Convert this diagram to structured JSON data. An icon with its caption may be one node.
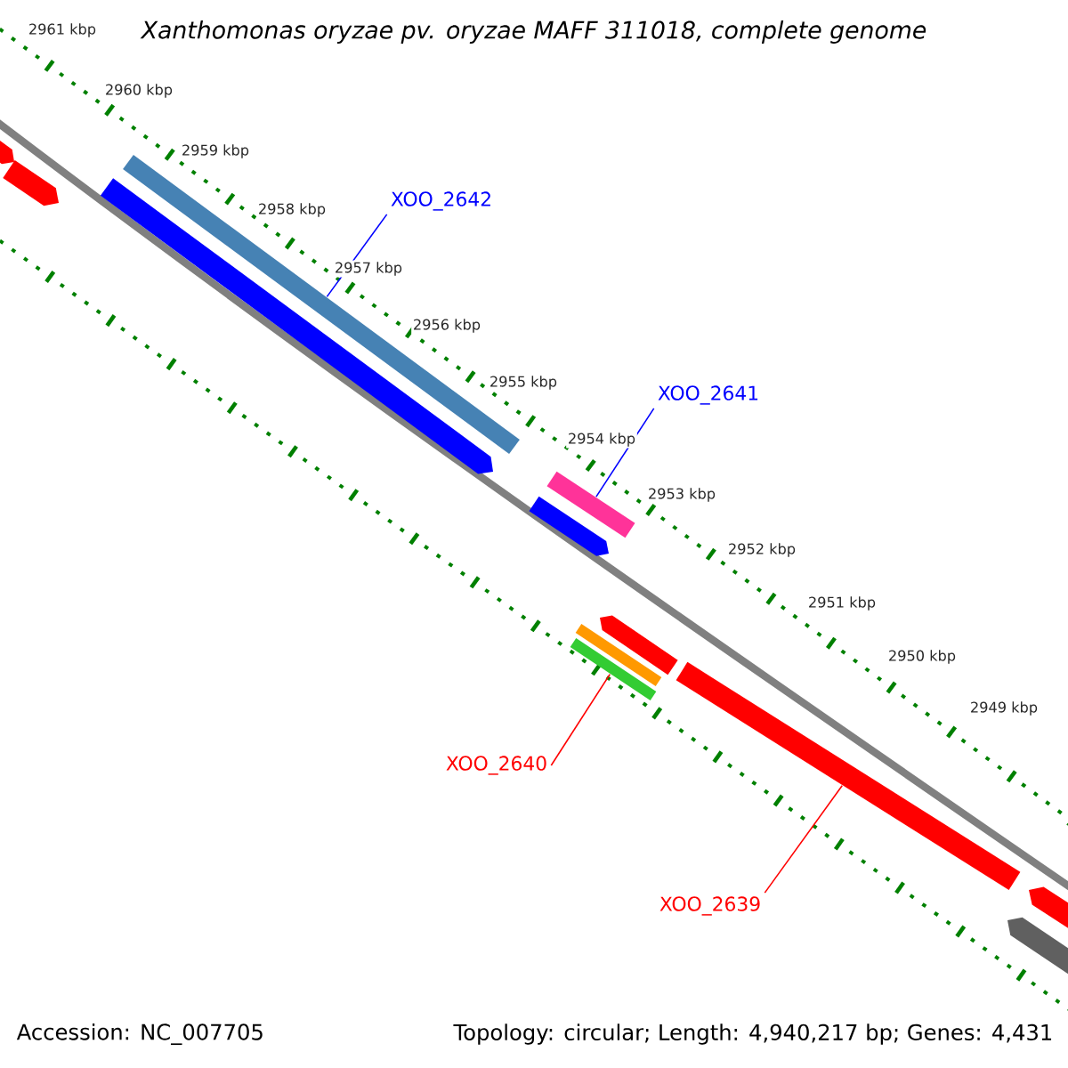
{
  "diagram": {
    "title": "Xanthomonas oryzae pv. oryzae MAFF 311018, complete genome",
    "nodes": [
      {
        "text": [
          "XOO_2642"
        ]
      },
      {
        "text": [],
        "shape": "bar"
      },
      {
        "text": [
          "XOO_2641"
        ]
      },
      {
        "text": [],
        "shape": "bar"
      },
      {
        "text": [
          "XOO_2640"
        ]
      },
      {
        "text": [],
        "shape": "bar"
      },
      {
        "text": [
          "XOO_2639"
        ]
      },
      {
        "text": [],
        "shape": "bar"
      }
    ],
    "edges": [
      {
        "from": 0,
        "to": 1,
        "arrow": "none",
        "color": "#0000ff"
      },
      {
        "from": 2,
        "to": 3,
        "arrow": "none",
        "color": "#0000ff"
      },
      {
        "from": 4,
        "to": 5,
        "arrow": "none",
        "color": "#ff0000"
      },
      {
        "from": 6,
        "to": 7,
        "arrow": "none",
        "color": "#ff0000"
      }
    ],
    "labels": [
      "2961 kbp",
      "2960 kbp",
      "2959 kbp",
      "2958 kbp",
      "2957 kbp",
      "2956 kbp",
      "2955 kbp",
      "2954 kbp",
      "2953 kbp",
      "2952 kbp",
      "2951 kbp",
      "2950 kbp",
      "2949 kbp",
      "Accession: NC_007705",
      "Topology: circular; Length: 4,940,217 bp; Genes: 4,431"
    ]
  }
}
